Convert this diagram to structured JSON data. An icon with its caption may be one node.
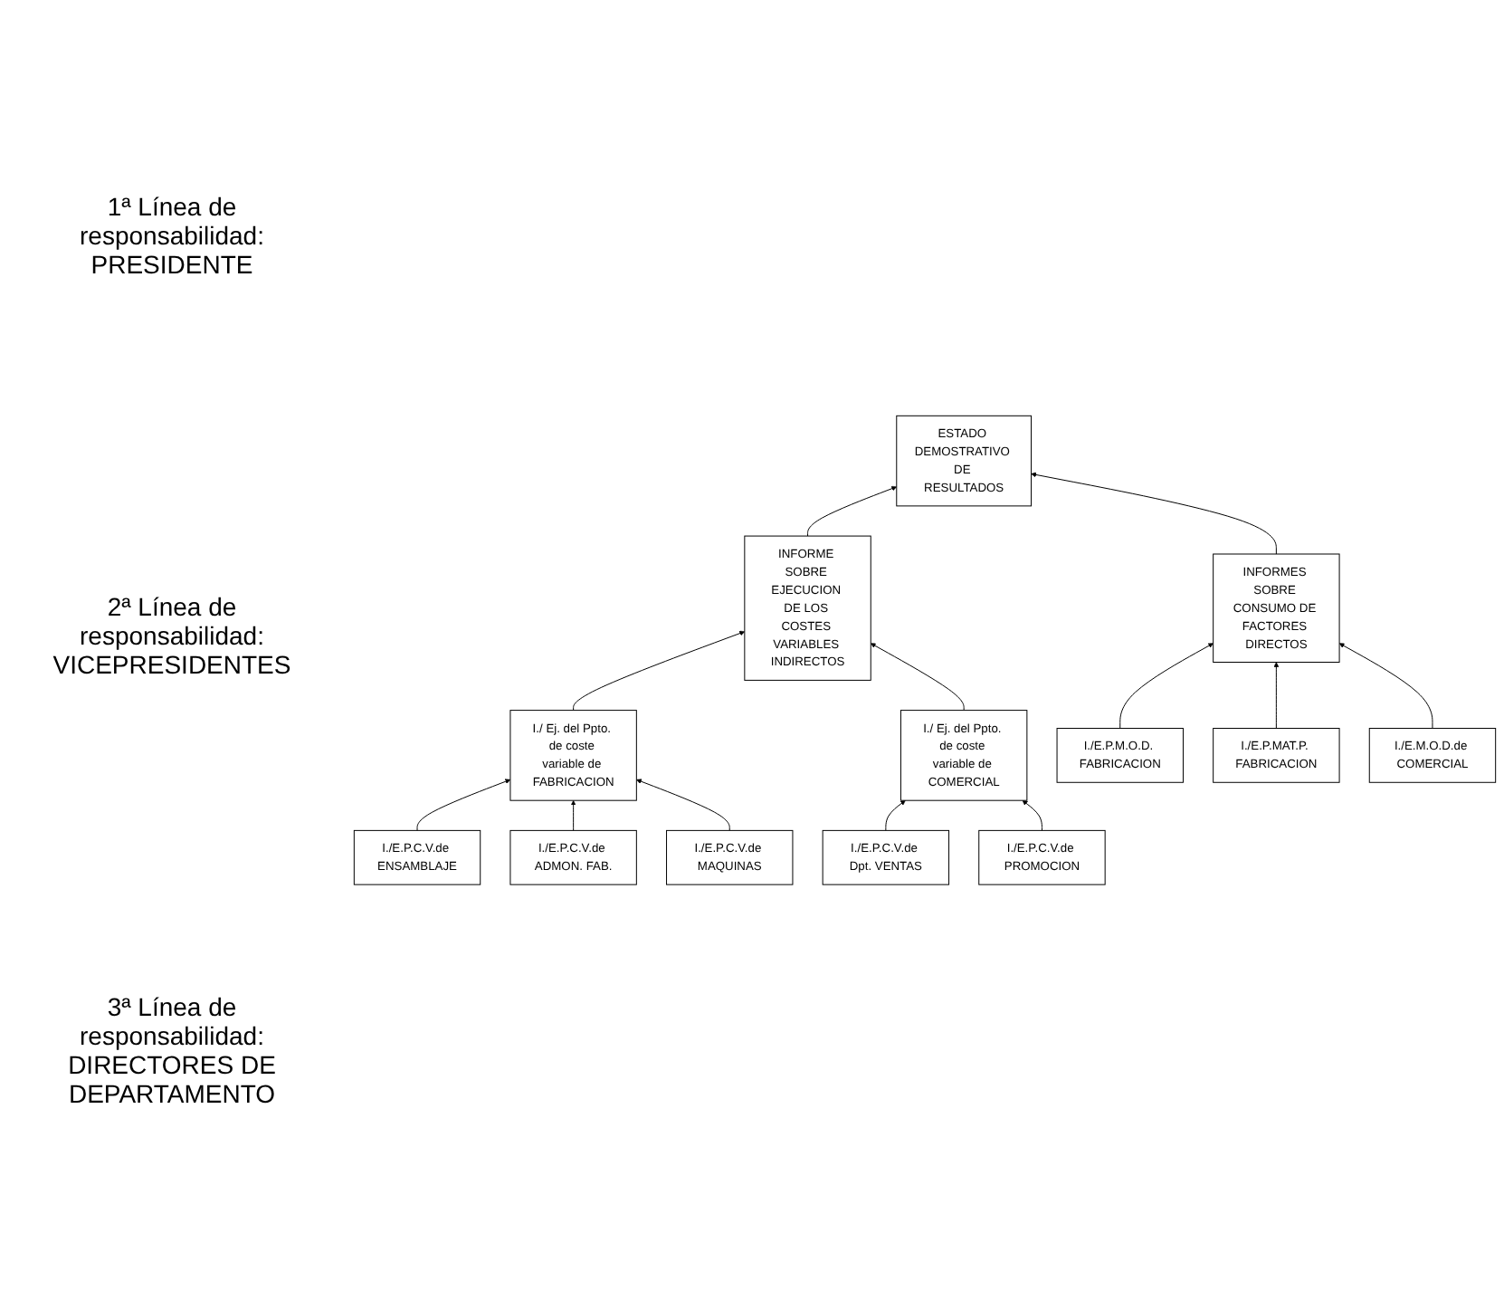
{
  "diagram": {
    "nodes": [
      {
        "text": [
          "ESTADO DEMOSTRATIVO DE RESULTADOS"
        ]
      },
      {
        "text": [
          "INFORME SOBRE EJECUCION DE LOS COSTES VARIABLES INDIRECTOS"
        ]
      },
      {
        "text": [
          "INFORMES SOBRE CONSUMO DE FACTORES DIRECTOS"
        ]
      },
      {
        "text": [
          "I./ Ej. del Ppto. de coste variable de FABRICACION"
        ]
      },
      {
        "text": [
          "I./ Ej. del Ppto. de coste variable de COMERCIAL"
        ]
      },
      {
        "text": [
          "I./E.P.M.O.D. FABRICACION"
        ]
      },
      {
        "text": [
          "I./E.M.O.D.de COMERCIAL"
        ]
      },
      {
        "text": [
          "I./E.P.C.V.de ADMON. FAB."
        ]
      },
      {
        "text": [
          "I./E.P.C.V.de Dpt. VENTAS"
        ]
      },
      {
        "text": [
          "I./E.P.MAT.P. FABRICACION"
        ]
      },
      {
        "text": [
          "I./E.P.C.V.de ENSAMBLAJE"
        ]
      },
      {
        "text": [
          "I./E.P.C.V.de MAQUINAS"
        ]
      },
      {
        "text": [
          "I./E.P.C.V.de PROMOCION"
        ]
      }
    ],
    "edges": [
      {
        "from": 1,
        "to": 0,
        "arrow": "to"
      },
      {
        "from": 2,
        "to": 0,
        "arrow": "to"
      },
      {
        "from": 3,
        "to": 1,
        "arrow": "to"
      },
      {
        "from": 4,
        "to": 1,
        "arrow": "to"
      },
      {
        "from": 5,
        "to": 2,
        "arrow": "to"
      },
      {
        "from": 9,
        "to": 2,
        "arrow": "to"
      },
      {
        "from": 6,
        "to": 2,
        "arrow": "to"
      },
      {
        "from": 10,
        "to": 3,
        "arrow": "to"
      },
      {
        "from": 7,
        "to": 3,
        "arrow": "to"
      },
      {
        "from": 11,
        "to": 3,
        "arrow": "to"
      },
      {
        "from": 8,
        "to": 4,
        "arrow": "to"
      },
      {
        "from": 12,
        "to": 4,
        "arrow": "to"
      }
    ],
    "labels": [
      "1ª Línea de responsabilidad: PRESIDENTE",
      "2ª Línea de responsabilidad: VICEPRESIDENTES",
      "3ª Línea de responsabilidad: DIRECTORES DE DEPARTAMENTO"
    ]
  }
}
